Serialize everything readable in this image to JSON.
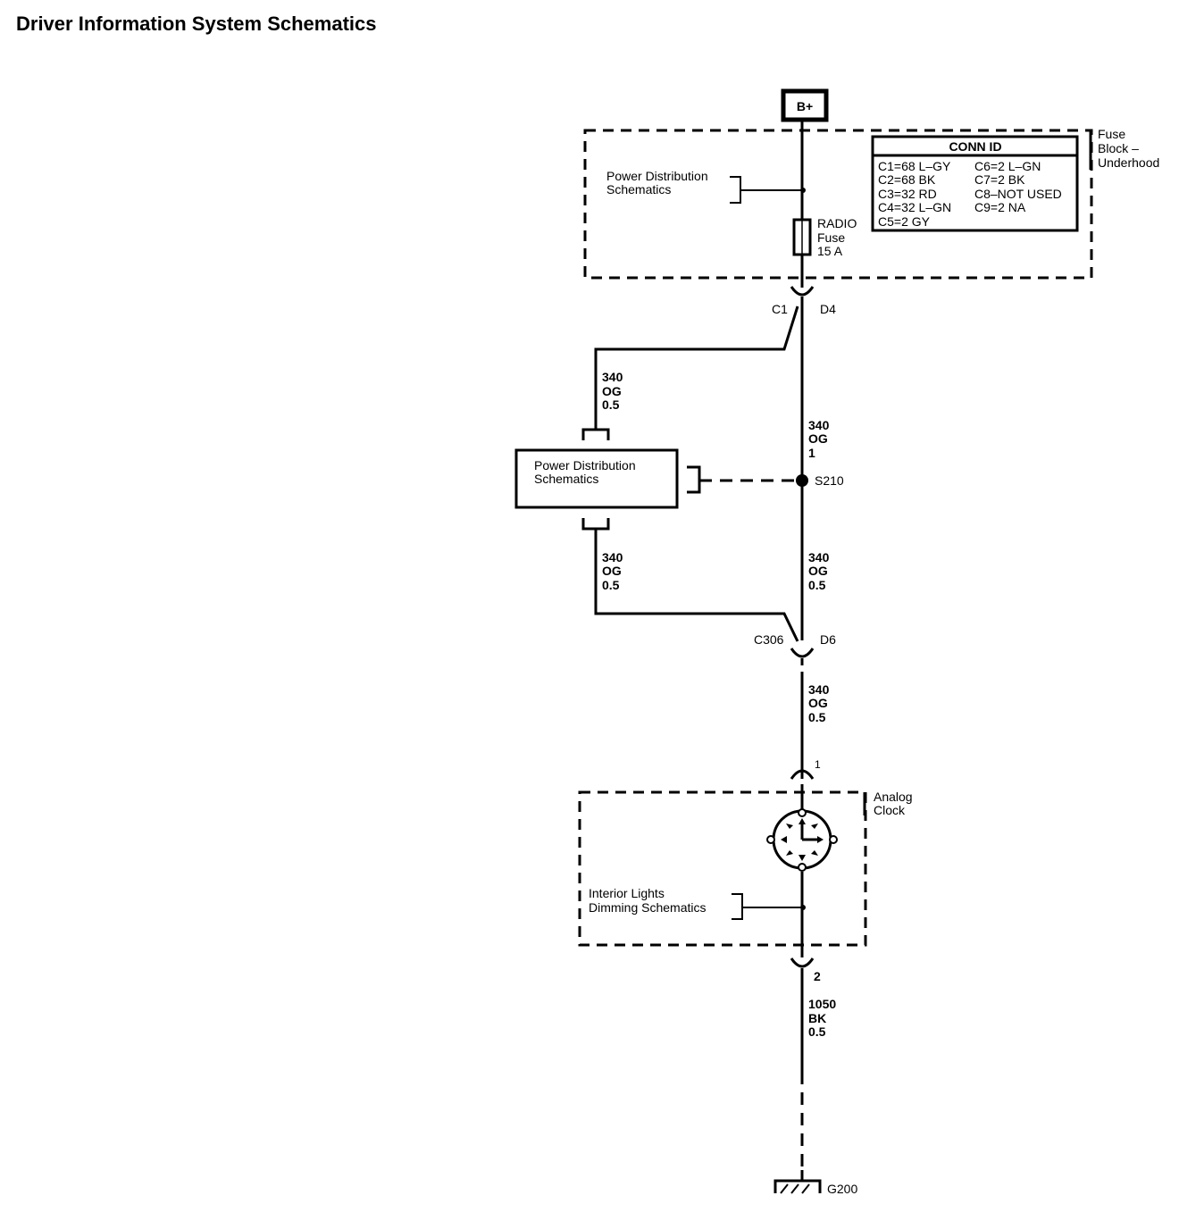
{
  "title": "Driver Information System Schematics",
  "power_source": "B+",
  "fuse_block": {
    "label_lines": [
      "Fuse",
      "Block –",
      "Underhood"
    ],
    "conn_id": {
      "header": "CONN ID",
      "left": [
        "C1=68 L–GY",
        "C2=68 BK",
        "C3=32 RD",
        "C4=32 L–GN",
        "C5=2 GY"
      ],
      "right": [
        "C6=2 L–GN",
        "C7=2 BK",
        "C8–NOT USED",
        "C9=2 NA"
      ]
    },
    "power_dist_ref": [
      "Power Distribution",
      "Schematics"
    ],
    "fuse": [
      "RADIO",
      "Fuse",
      "15 A"
    ]
  },
  "connectors": {
    "c1": "C1",
    "d4": "D4",
    "c306": "C306",
    "d6": "D6",
    "clock_pin1": "1",
    "clock_pin2": "2"
  },
  "wires": {
    "left_upper": [
      "340",
      "OG",
      "0.5"
    ],
    "main_upper": [
      "340",
      "OG",
      "1"
    ],
    "left_lower": [
      "340",
      "OG",
      "0.5"
    ],
    "main_lower": [
      "340",
      "OG",
      "0.5"
    ],
    "to_clock": [
      "340",
      "OG",
      "0.5"
    ],
    "ground_wire": [
      "1050",
      "BK",
      "0.5"
    ]
  },
  "splice": "S210",
  "power_dist_box": [
    "Power Distribution",
    "Schematics"
  ],
  "analog_clock": {
    "label_lines": [
      "Analog",
      "Clock"
    ],
    "dimming_ref": [
      "Interior Lights",
      "Dimming Schematics"
    ]
  },
  "ground": "G200"
}
